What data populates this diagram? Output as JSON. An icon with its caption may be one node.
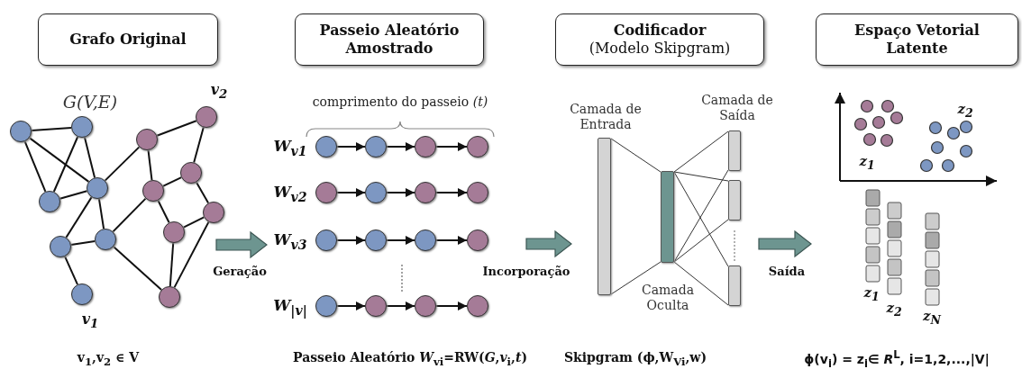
{
  "diagram": {
    "nodes": [
      {
        "text": [
          "Grafo Original"
        ]
      },
      {
        "text": [
          "Passeio Aleatório Amostrado"
        ]
      },
      {
        "text": [
          "Codificador",
          "(Modelo Skipgram)"
        ]
      },
      {
        "text": [
          "Espaço Vetorial Latente"
        ]
      },
      {
        "text": [],
        "shape": "circle"
      },
      {
        "text": [],
        "shape": "circle"
      },
      {
        "text": [],
        "shape": "circle"
      },
      {
        "text": [],
        "shape": "circle"
      },
      {
        "text": [],
        "shape": "circle"
      },
      {
        "text": [],
        "shape": "circle"
      },
      {
        "text": [],
        "shape": "circle",
        "beside": [
          "v$_{1}$"
        ]
      },
      {
        "text": [],
        "shape": "circle"
      },
      {
        "text": [],
        "shape": "circle",
        "beside": [
          "v$_{2}$"
        ]
      },
      {
        "text": [],
        "shape": "circle"
      },
      {
        "text": [],
        "shape": "circle"
      },
      {
        "text": [],
        "shape": "circle"
      },
      {
        "text": [],
        "shape": "circle"
      },
      {
        "text": [],
        "shape": "circle"
      },
      {
        "text": [],
        "shape": "circle",
        "beside": [
          "W$_{v1}$"
        ]
      },
      {
        "text": [],
        "shape": "circle"
      },
      {
        "text": [],
        "shape": "circle"
      },
      {
        "text": [],
        "shape": "circle"
      },
      {
        "text": [],
        "shape": "circle",
        "beside": [
          "W$_{v2}$"
        ]
      },
      {
        "text": [],
        "shape": "circle"
      },
      {
        "text": [],
        "shape": "circle"
      },
      {
        "text": [],
        "shape": "circle"
      },
      {
        "text": [],
        "shape": "circle",
        "beside": [
          "W$_{v3}$"
        ]
      },
      {
        "text": [],
        "shape": "circle"
      },
      {
        "text": [],
        "shape": "circle"
      },
      {
        "text": [],
        "shape": "circle"
      },
      {
        "text": [],
        "shape": "circle",
        "beside": [
          "W$_{|v|}$"
        ]
      },
      {
        "text": [],
        "shape": "circle"
      },
      {
        "text": [],
        "shape": "circle"
      },
      {
        "text": [],
        "shape": "circle"
      },
      {
        "text": [],
        "shape": "bar",
        "beside": [
          "Camada de Entrada"
        ]
      },
      {
        "text": [],
        "shape": "bar",
        "beside": [
          "Camada Oculta"
        ]
      },
      {
        "text": [],
        "shape": "bar",
        "beside": [
          "Camada de Saída"
        ]
      },
      {
        "text": [],
        "shape": "bar"
      },
      {
        "text": [],
        "shape": "bar"
      }
    ],
    "edges": [
      {
        "from": 4,
        "to": 5,
        "arrow": "none"
      },
      {
        "from": 4,
        "to": 6,
        "arrow": "none"
      },
      {
        "from": 4,
        "to": 7,
        "arrow": "none"
      },
      {
        "from": 5,
        "to": 6,
        "arrow": "none"
      },
      {
        "from": 5,
        "to": 7,
        "arrow": "none"
      },
      {
        "from": 6,
        "to": 7,
        "arrow": "none"
      },
      {
        "from": 7,
        "to": 11,
        "arrow": "none"
      },
      {
        "from": 7,
        "to": 8,
        "arrow": "none"
      },
      {
        "from": 7,
        "to": 9,
        "arrow": "none"
      },
      {
        "from": 8,
        "to": 9,
        "arrow": "none"
      },
      {
        "from": 8,
        "to": 10,
        "arrow": "none"
      },
      {
        "from": 9,
        "to": 14,
        "arrow": "none"
      },
      {
        "from": 9,
        "to": 17,
        "arrow": "none"
      },
      {
        "from": 11,
        "to": 12,
        "arrow": "none"
      },
      {
        "from": 11,
        "to": 14,
        "arrow": "none"
      },
      {
        "from": 12,
        "to": 13,
        "arrow": "none"
      },
      {
        "from": 13,
        "to": 14,
        "arrow": "none"
      },
      {
        "from": 13,
        "to": 15,
        "arrow": "none"
      },
      {
        "from": 14,
        "to": 16,
        "arrow": "none"
      },
      {
        "from": 15,
        "to": 16,
        "arrow": "none"
      },
      {
        "from": 16,
        "to": 17,
        "arrow": "none"
      },
      {
        "from": 15,
        "to": 17,
        "arrow": "none"
      },
      {
        "from": 18,
        "to": 19,
        "arrow": "to"
      },
      {
        "from": 19,
        "to": 20,
        "arrow": "to"
      },
      {
        "from": 20,
        "to": 21,
        "arrow": "to"
      },
      {
        "from": 22,
        "to": 23,
        "arrow": "to"
      },
      {
        "from": 23,
        "to": 24,
        "arrow": "to"
      },
      {
        "from": 24,
        "to": 25,
        "arrow": "to"
      },
      {
        "from": 26,
        "to": 27,
        "arrow": "to"
      },
      {
        "from": 27,
        "to": 28,
        "arrow": "to"
      },
      {
        "from": 28,
        "to": 29,
        "arrow": "to"
      },
      {
        "from": 30,
        "to": 31,
        "arrow": "to"
      },
      {
        "from": 31,
        "to": 32,
        "arrow": "to"
      },
      {
        "from": 32,
        "to": 33,
        "arrow": "to"
      },
      {
        "from": 34,
        "to": 35,
        "arrow": "none"
      },
      {
        "from": 34,
        "to": 35,
        "arrow": "none"
      },
      {
        "from": 35,
        "to": 36,
        "arrow": "none"
      },
      {
        "from": 35,
        "to": 36,
        "arrow": "none"
      },
      {
        "from": 35,
        "to": 37,
        "arrow": "none"
      },
      {
        "from": 35,
        "to": 37,
        "arrow": "none"
      },
      {
        "from": 35,
        "to": 38,
        "arrow": "none"
      },
      {
        "from": 35,
        "to": 38,
        "arrow": "none"
      }
    ],
    "labels": [
      "G(V,E)",
      "comprimento do passeio *(t)*",
      "Geração",
      "Incorporação",
      "Saída",
      "z$_{2}$",
      "z$_{1}$",
      "z$_{1}$",
      "z$_{2}$",
      "z$_{N}$",
      "v$_{1}$,v$_{2}$ ∈ V",
      "Passeio Aleatório *W*$_{vi}$=RW(*G*,*v*$_{i}$,*t*)",
      "Skipgram (ϕ,W$_{Vi}$,w)",
      "ϕ(v$_{i}$) = z$_{i}$∈ *R*$^{L}$, i=1,2,...,|V|"
    ]
  }
}
